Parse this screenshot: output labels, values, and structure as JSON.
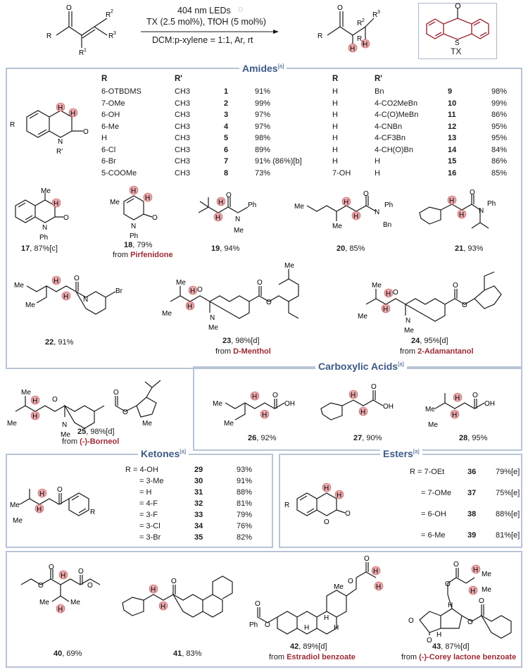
{
  "header": {
    "conditions_line1": "404 nm LEDs",
    "conditions_line2": "TX (2.5 mol%), TfOH (5 mol%)",
    "conditions_line3": "DCM:p-xylene = 1:1, Ar, rt",
    "catalyst_label": "TX"
  },
  "amides": {
    "title": "Amides",
    "title_note": "[a]",
    "col_R": "R",
    "col_Rp": "R'",
    "rows_left": [
      {
        "r": "6-OTBDMS",
        "rp": "CH3",
        "num": "1",
        "yield": "91%"
      },
      {
        "r": "7-OMe",
        "rp": "CH3",
        "num": "2",
        "yield": "99%"
      },
      {
        "r": "6-OH",
        "rp": "CH3",
        "num": "3",
        "yield": "97%"
      },
      {
        "r": "6-Me",
        "rp": "CH3",
        "num": "4",
        "yield": "97%"
      },
      {
        "r": "H",
        "rp": "CH3",
        "num": "5",
        "yield": "98%"
      },
      {
        "r": "6-Cl",
        "rp": "CH3",
        "num": "6",
        "yield": "89%"
      },
      {
        "r": "6-Br",
        "rp": "CH3",
        "num": "7",
        "yield": "91% (86%)[b]"
      },
      {
        "r": "5-COOMe",
        "rp": "CH3",
        "num": "8",
        "yield": "73%"
      }
    ],
    "rows_right": [
      {
        "r": "H",
        "rp": "Bn",
        "num": "9",
        "yield": "98%"
      },
      {
        "r": "H",
        "rp": "4-CO2MeBn",
        "num": "10",
        "yield": "99%"
      },
      {
        "r": "H",
        "rp": "4-C(O)MeBn",
        "num": "11",
        "yield": "86%"
      },
      {
        "r": "H",
        "rp": "4-CNBn",
        "num": "12",
        "yield": "95%"
      },
      {
        "r": "H",
        "rp": "4-CF3Bn",
        "num": "13",
        "yield": "95%"
      },
      {
        "r": "H",
        "rp": "4-CH(O)Bn",
        "num": "14",
        "yield": "84%"
      },
      {
        "r": "H",
        "rp": "H",
        "num": "15",
        "yield": "86%"
      },
      {
        "r": "7-OH",
        "rp": "H",
        "num": "16",
        "yield": "85%"
      }
    ],
    "compounds": [
      {
        "num": "17",
        "yield": ", 87%[c]",
        "from": ""
      },
      {
        "num": "18",
        "yield": ", 79%",
        "from": "Pirfenidone"
      },
      {
        "num": "19",
        "yield": ", 94%",
        "from": ""
      },
      {
        "num": "20",
        "yield": ", 85%",
        "from": ""
      },
      {
        "num": "21",
        "yield": ", 93%",
        "from": ""
      },
      {
        "num": "22",
        "yield": ", 91%",
        "from": ""
      },
      {
        "num": "23",
        "yield": ", 98%[d]",
        "from": "D-Menthol"
      },
      {
        "num": "24",
        "yield": ", 95%[d]",
        "from": "2-Adamantanol"
      },
      {
        "num": "25",
        "yield": ", 98%[d]",
        "from": "(-)-Borneol"
      }
    ]
  },
  "acids": {
    "title": "Carboxylic Acids",
    "title_note": "[a]",
    "compounds": [
      {
        "num": "26",
        "yield": ", 92%"
      },
      {
        "num": "27",
        "yield": ", 90%"
      },
      {
        "num": "28",
        "yield": ", 95%"
      }
    ]
  },
  "ketones": {
    "title": "Ketones",
    "title_note": "[a]",
    "rows": [
      {
        "r": "R  = 4-OH",
        "num": "29",
        "yield": "93%"
      },
      {
        "r": "= 3-Me",
        "num": "30",
        "yield": "91%"
      },
      {
        "r": "= H",
        "num": "31",
        "yield": "88%"
      },
      {
        "r": "= 4-F",
        "num": "32",
        "yield": "81%"
      },
      {
        "r": "= 3-F",
        "num": "33",
        "yield": "79%"
      },
      {
        "r": "= 3-Cl",
        "num": "34",
        "yield": "76%"
      },
      {
        "r": "= 3-Br",
        "num": "35",
        "yield": "82%"
      }
    ]
  },
  "esters": {
    "title": "Esters",
    "title_note": "[a]",
    "rows": [
      {
        "r": "R  = 7-OEt",
        "num": "36",
        "yield": "79%[e]"
      },
      {
        "r": "= 7-OMe",
        "num": "37",
        "yield": "75%[e]"
      },
      {
        "r": "= 6-OH",
        "num": "38",
        "yield": "88%[e]"
      },
      {
        "r": "= 6-Me",
        "num": "39",
        "yield": "81%[e]"
      }
    ],
    "compounds": [
      {
        "num": "40",
        "yield": ", 69%",
        "from": ""
      },
      {
        "num": "41",
        "yield": ", 83%",
        "from": ""
      },
      {
        "num": "42",
        "yield": ", 89%[d]",
        "from": "Estradiol benzoate"
      },
      {
        "num": "43",
        "yield": ", 87%[d]",
        "from": "(-)-Corey lactone benzoate"
      }
    ]
  },
  "from_word": "from",
  "colors": {
    "panel_border": "#b8c4d6",
    "title": "#3c5a86",
    "highlight": "#9c2a35",
    "h_dot": "#e8a9ad"
  }
}
